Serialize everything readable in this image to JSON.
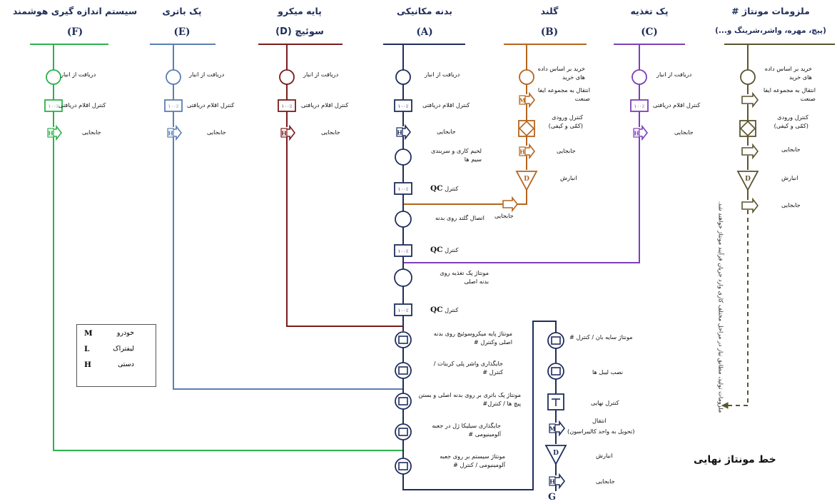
{
  "colors": {
    "F": "#2bb24c",
    "E": "#5b7fb0",
    "D": "#7a1c1c",
    "A": "#1f2d5c",
    "B": "#b5651d",
    "C": "#7d3fb8",
    "H": "#5a5430"
  },
  "headers": {
    "F": {
      "title": "سیستم اندازه گیری هوشمند",
      "letter": "(F)"
    },
    "E": {
      "title": "پک باتری",
      "letter": "(E)"
    },
    "D": {
      "title": "پایه میکرو",
      "sub": "سوئیچ (D)"
    },
    "A": {
      "title": "بدنه مکانیکی",
      "letter": "(A)"
    },
    "B": {
      "title": "گلند",
      "letter": "(B)"
    },
    "C": {
      "title": "پک تغذیه",
      "letter": "(C)"
    },
    "H": {
      "title": "ملزومات مونتاژ #",
      "sub": "(پیچ، مهره، واشر،شرینگ و...)"
    }
  },
  "symbols": {
    "pct": "۱۰۰٪",
    "manual": "H",
    "lift": "M"
  },
  "lineF": {
    "receive": "دریافت از انبار",
    "check": "کنترل اقلام دریافتی",
    "move": "جابجایی"
  },
  "lineE": {
    "receive": "دریافت از انبار",
    "check": "کنترل اقلام دریافتی",
    "move": "جابجایی"
  },
  "lineD": {
    "receive": "دریافت از انبار",
    "check": "کنترل اقلام دریافتی",
    "move": "جابجایی"
  },
  "lineA": {
    "receive": "دریافت از انبار",
    "check": "کنترل اقلام دریافتی",
    "move": "جابجایی",
    "weld": "لحیم کاری و سربندی سیم ها",
    "qc": "کنترل",
    "qc_tag": "QC",
    "attach_gland": "اتصال گلند روی بدنه",
    "mount_supply": "مونتاژ پک تغذیه روی بدنه اصلی",
    "mount_switch": "مونتاژ پایه میکروسوئیچ روی بدنه اصلی وکنترل #",
    "place_washer": "جایگذاری واشر پلی کربنات /کنترل #",
    "mount_battery": "مونتاژ پک باتری بر روی بدنه اصلی و بستن پیچ ها / کنترل#",
    "place_gel": "جایگذاری سیلیکا ژل در جعبه آلومینیومی #",
    "mount_system": "مونتاژ سیستم بر روی جعبه آلومینیومی / کنترل #"
  },
  "lineB": {
    "buy": "خرید بر اساس داده های خرید",
    "transfer": "انتقال به مجموعه ایفا صنعت",
    "inspect": "کنترل ورودی (کمّی و کیفی)",
    "move": "جابجایی",
    "store": "انبارش",
    "move2": "جابجایی"
  },
  "lineC": {
    "receive": "دریافت از انبار",
    "check": "کنترل اقلام دریافتی",
    "move": "جابجایی"
  },
  "lineH": {
    "buy": "خرید بر اساس داده های خرید",
    "transfer": "انتقال به مجموعه ایفا صنعت",
    "inspect": "کنترل ورودی (کمّی و کیفی)",
    "move": "جابجایی",
    "store": "انبارش",
    "move2": "جابجایی",
    "note": "ملزومات تولید، مطابق نیاز در مراحل مختلف کاری وارد جریان فرآیند مونتاژ خواهند شد."
  },
  "lineG": {
    "mount_cover": "مونتاژ سایه بان / کنترل #",
    "labels": "نصب لیبل ها",
    "final_check": "کنترل نهایی",
    "transfer": "انتقال",
    "transfer_sub": "(تحویل به واحد کالیبراسون)",
    "store": "انبارش",
    "move": "جابجایی",
    "letter": "G"
  },
  "legend": [
    {
      "key": "M",
      "value": "خودرو"
    },
    {
      "key": "L",
      "value": "لیفتراک"
    },
    {
      "key": "H",
      "value": "دستی"
    }
  ],
  "final_title": "خط مونتاژ نهایی"
}
